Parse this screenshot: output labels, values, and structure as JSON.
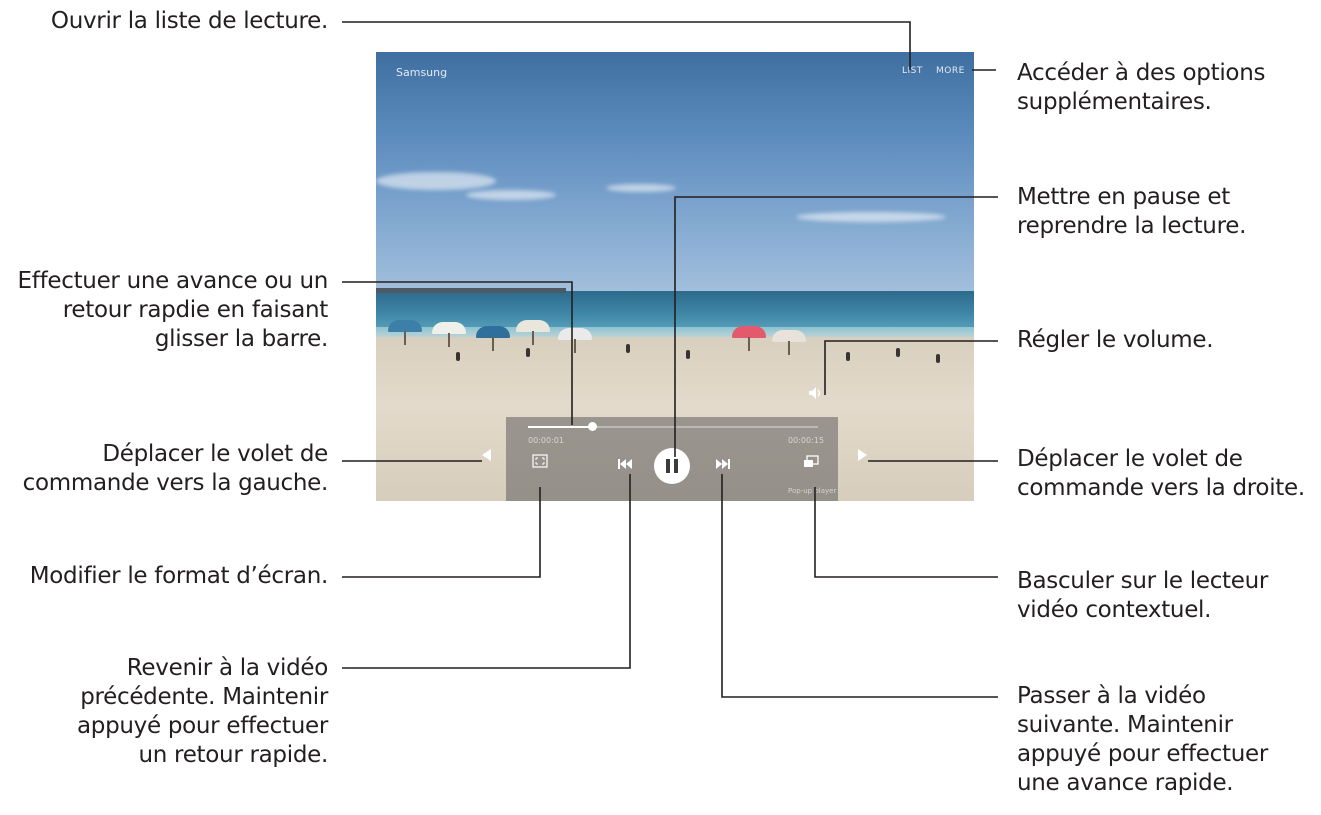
{
  "player": {
    "video_title": "Samsung",
    "list_label": "LIST",
    "more_label": "MORE",
    "elapsed": "00:00:01",
    "remaining": "00:00:15",
    "popup_label": "Pop-up player",
    "progress": 0.22
  },
  "callouts": {
    "playlist": "Ouvrir la liste de lecture.",
    "more_options": "Accéder à des options supplémentaires.",
    "pause_resume": "Mettre en pause et reprendre la lecture.",
    "seek": "Effectuer une avance ou un retour rapdie en faisant glisser la barre.",
    "volume": "Régler le volume.",
    "panel_left": "Déplacer le volet de commande vers la gauche.",
    "panel_right": "Déplacer le volet de commande vers la droite.",
    "ratio": "Modifier le format d’écran.",
    "popup": "Basculer sur le lecteur vidéo contextuel.",
    "previous": "Revenir à la vidéo précédente. Maintenir appuyé pour effectuer un retour rapide.",
    "next": "Passer à la vidéo suivante. Maintenir appuyé pour effectuer une avance rapide."
  }
}
